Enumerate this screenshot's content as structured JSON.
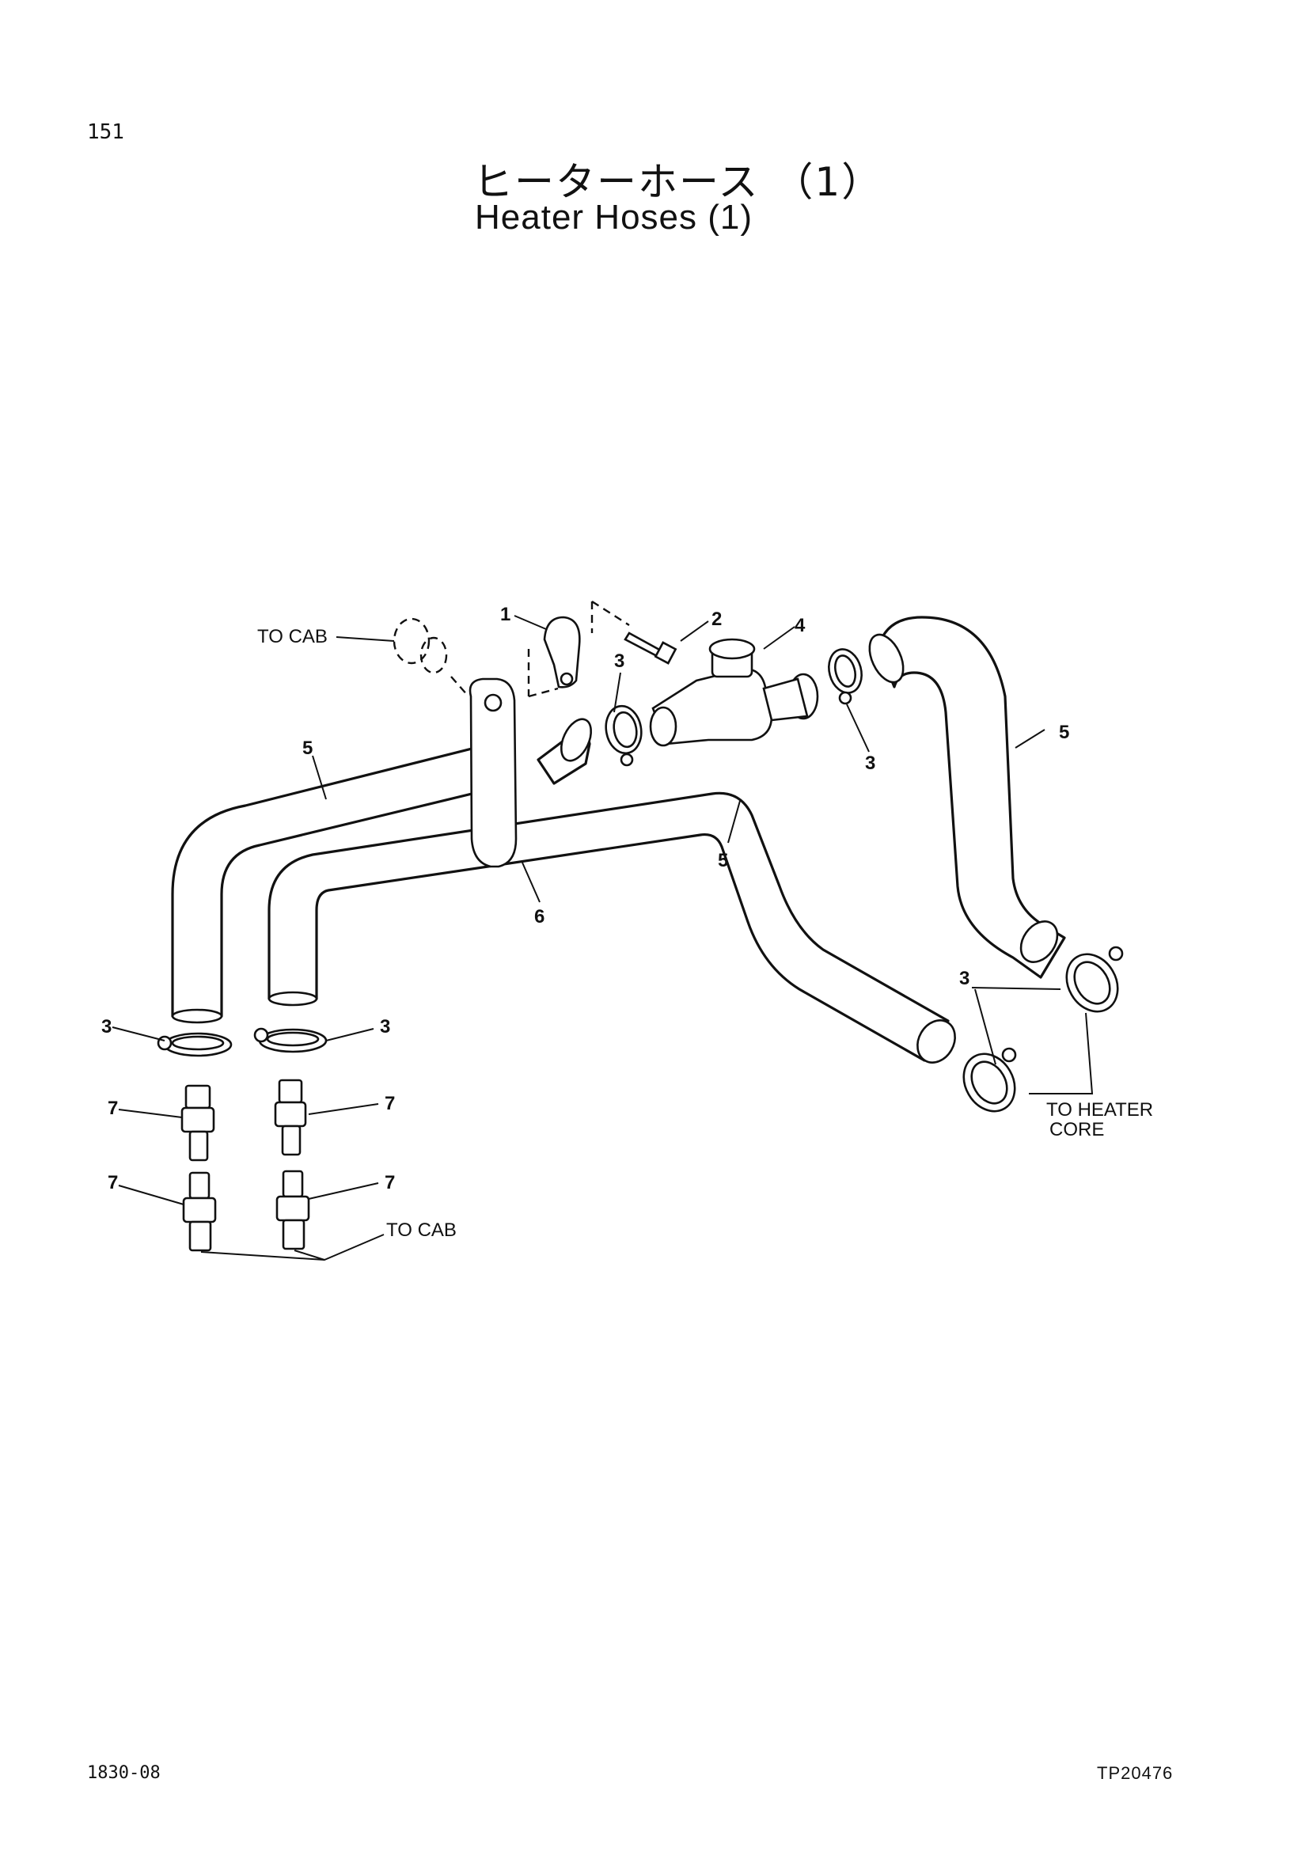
{
  "page": {
    "number": "151",
    "title_jp": "ヒーターホース （1）",
    "title_en": "Heater Hoses (1)",
    "footer_left": "1830-08",
    "footer_right": "TP20476"
  },
  "callouts": {
    "item1": "1",
    "item2": "2",
    "item3": "3",
    "item4": "4",
    "item5": "5",
    "item6": "6",
    "item7": "7"
  },
  "labels": {
    "to_cab": "TO CAB",
    "to_heater_core_line1": "TO HEATER",
    "to_heater_core_line2": "CORE"
  }
}
